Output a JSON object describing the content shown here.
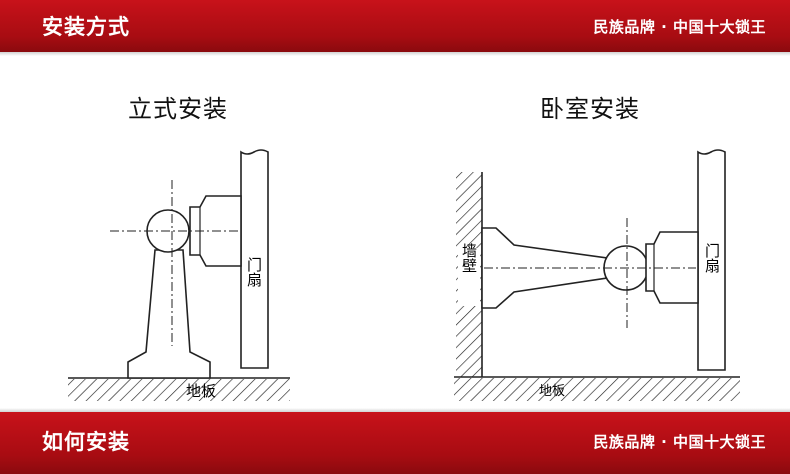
{
  "header": {
    "title": "安装方式",
    "slogan": "民族品牌 · 中国十大锁王"
  },
  "footer": {
    "title": "如何安装",
    "slogan": "民族品牌 · 中国十大锁王"
  },
  "left_diagram": {
    "caption": "立式安装",
    "door_label": "门扇",
    "floor_label": "地板"
  },
  "right_diagram": {
    "caption": "卧室安装",
    "wall_label": "墙壁",
    "door_label": "门扇",
    "floor_label": "地板"
  },
  "colors": {
    "band_red": "#b30f16",
    "line": "#222222"
  }
}
